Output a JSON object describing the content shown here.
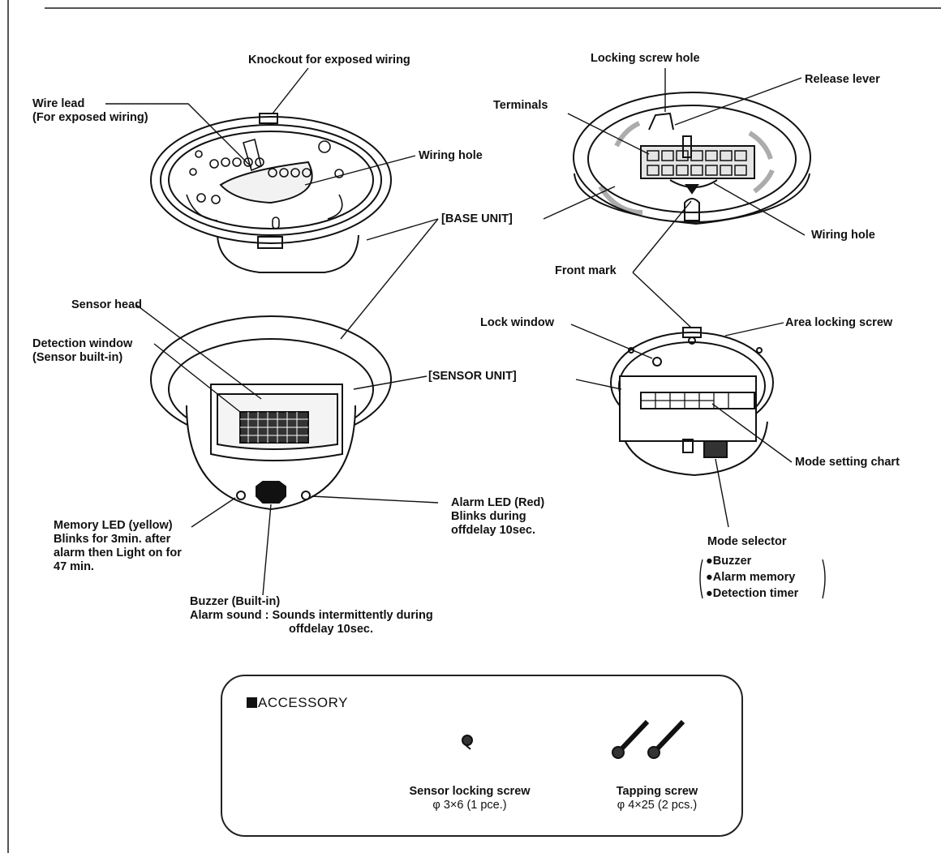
{
  "labels": {
    "knockout": "Knockout for exposed wiring",
    "wire_lead_1": "Wire lead",
    "wire_lead_2": "(For exposed wiring)",
    "wiring_hole_left": "Wiring hole",
    "base_unit": "[BASE UNIT]",
    "locking_screw_hole": "Locking screw hole",
    "release_lever": "Release lever",
    "terminals": "Terminals",
    "wiring_hole_right": "Wiring hole",
    "front_mark": "Front mark",
    "sensor_head": "Sensor head",
    "detection_window_1": "Detection window",
    "detection_window_2": "(Sensor built-in)",
    "sensor_unit": "[SENSOR UNIT]",
    "lock_window": "Lock window",
    "area_locking_screw": "Area locking screw",
    "mode_setting_chart": "Mode setting chart",
    "alarm_led_1": "Alarm LED (Red)",
    "alarm_led_2": "Blinks during",
    "alarm_led_3": "offdelay 10sec.",
    "memory_led_1": "Memory LED (yellow)",
    "memory_led_2": "Blinks for 3min. after",
    "memory_led_3": "alarm then Light on for",
    "memory_led_4": "47 min.",
    "buzzer_1": "Buzzer (Built-in)",
    "buzzer_2": "Alarm sound : Sounds intermittently during",
    "buzzer_3": "offdelay 10sec.",
    "mode_selector": "Mode selector",
    "mode_opt_1": "●Buzzer",
    "mode_opt_2": "●Alarm memory",
    "mode_opt_3": "●Detection timer"
  },
  "accessory": {
    "title": "ACCESSORY",
    "sensor_screw_name": "Sensor locking screw",
    "sensor_screw_spec": "φ 3×6 (1 pce.)",
    "tapping_screw_name": "Tapping screw",
    "tapping_screw_spec": "φ 4×25 (2 pcs.)"
  },
  "colors": {
    "ink": "#111111",
    "paper": "#ffffff",
    "shade": "#d8d8d8"
  }
}
